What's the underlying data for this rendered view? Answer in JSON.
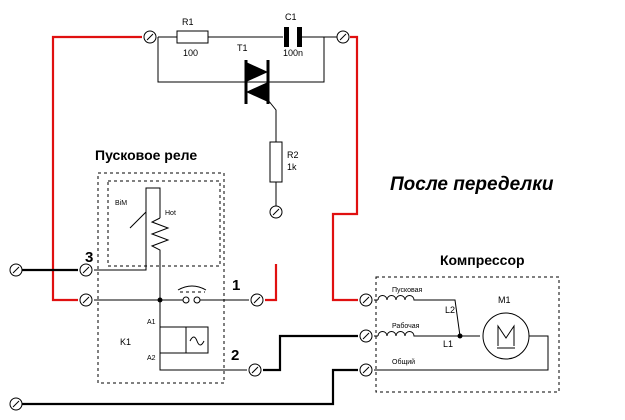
{
  "labels": {
    "r1": "R1",
    "r1_value": "100",
    "c1": "C1",
    "c1_value": "100n",
    "t1": "T1",
    "r2": "R2",
    "r2_value": "1k",
    "relay_title": "Пусковое реле",
    "bim": "BiM",
    "hot": "Hot",
    "k1": "K1",
    "a1": "A1",
    "a2": "A2",
    "pin1": "1",
    "pin2": "2",
    "pin3": "3",
    "caption": "После переделки",
    "compressor_title": "Компрессор",
    "m1": "M1",
    "motor_symbol": "M",
    "start_winding": "Пусковая",
    "l2": "L2",
    "run_winding": "Рабочая",
    "l1": "L1",
    "common": "Общий"
  },
  "colors": {
    "wire": "#000000",
    "added_wire": "#e01010"
  }
}
